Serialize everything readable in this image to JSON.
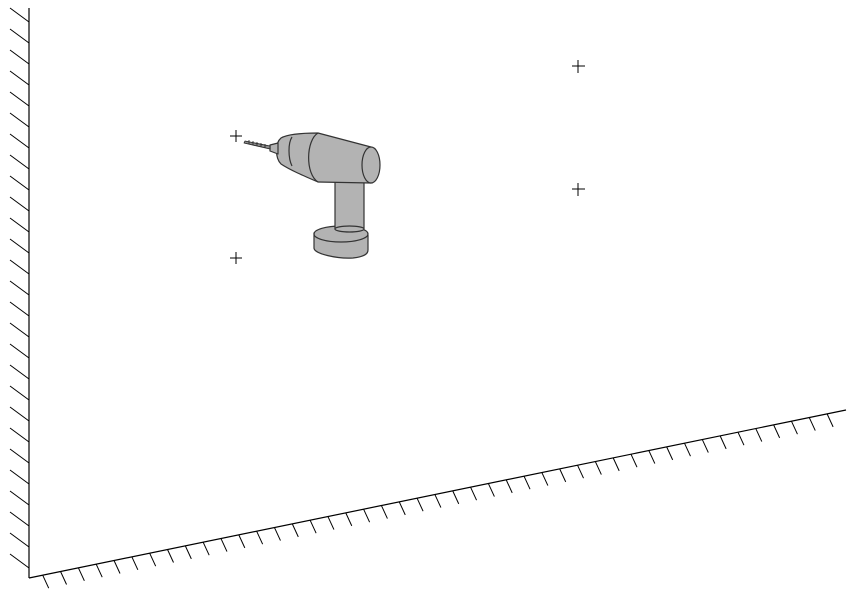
{
  "diagram": {
    "colors": {
      "line": "#000000",
      "drill_fill": "#b3b3b3",
      "drill_stroke": "#333333",
      "background": "#ffffff"
    },
    "markers": {
      "count": 4,
      "symbol": "+"
    },
    "elements": [
      "wall",
      "floor",
      "drill",
      "reference-markers"
    ]
  }
}
